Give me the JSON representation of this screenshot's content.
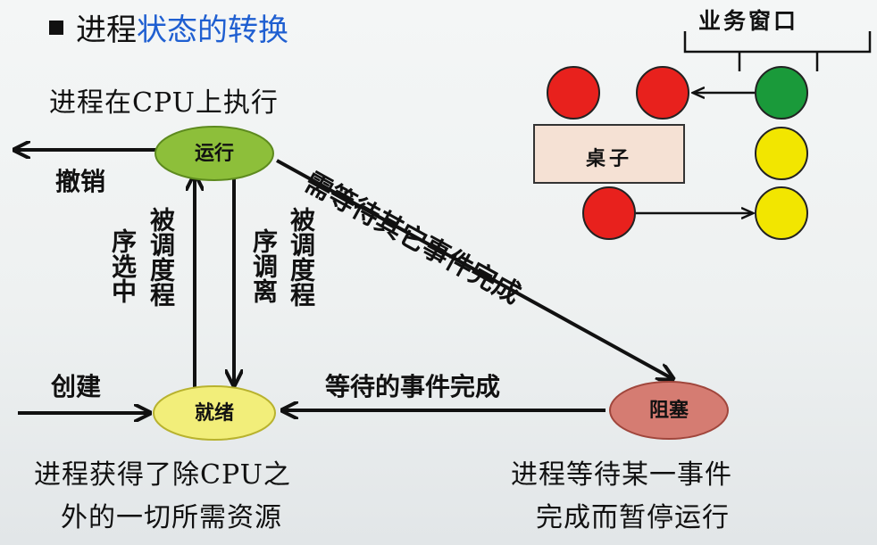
{
  "title": {
    "prefix": "进程",
    "highlight": "状态的转换"
  },
  "states": {
    "running": "运行",
    "ready": "就绪",
    "blocked": "阻塞"
  },
  "captions": {
    "running": "进程在CPU上执行",
    "ready_line1": "进程获得了除CPU之",
    "ready_line2": "外的一切所需资源",
    "blocked_line1": "进程等待某一事件",
    "blocked_line2": "完成而暂停运行"
  },
  "transitions": {
    "cancel": "撤销",
    "create": "创建",
    "selected": "序选中",
    "scheduled_in": "被调度程",
    "scheduled_out": "被调度程",
    "dispatched_away": "序调离",
    "wait_event": "需等待其它事件完成",
    "event_done": "等待的事件完成"
  },
  "illustration": {
    "window_label": "业务窗口",
    "table_label": "桌子"
  },
  "colors": {
    "running": "#8dbf3a",
    "ready": "#f2ee7a",
    "blocked": "#d57c72",
    "highlight": "#1f5fd1",
    "red": "#e8211d",
    "green": "#1a9a3a",
    "yellow": "#f2e600",
    "table": "#f5e1d4"
  }
}
